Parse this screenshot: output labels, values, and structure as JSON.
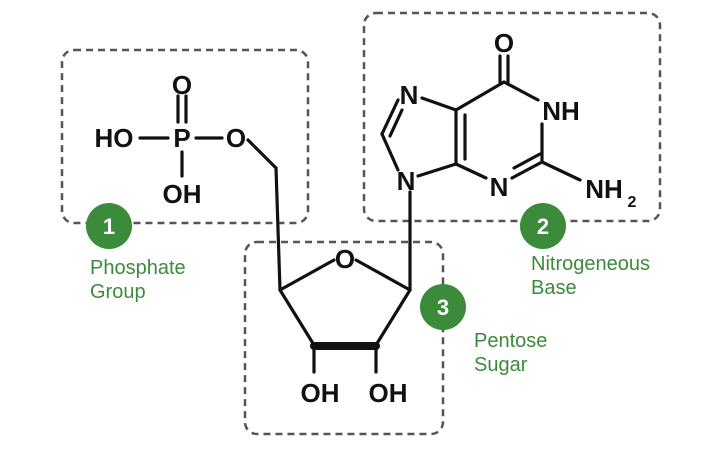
{
  "colors": {
    "badge": "#3b8b3a",
    "caption": "#3b8b3a",
    "bond": "#111111",
    "box_border": "#555555"
  },
  "phosphate": {
    "atoms": {
      "o_top": "O",
      "p": "P",
      "ho": "HO",
      "o_link": "O",
      "oh": "OH"
    },
    "badge": "1",
    "caption_line1": "Phosphate",
    "caption_line2": "Group"
  },
  "base": {
    "atoms": {
      "o": "O",
      "nh": "NH",
      "n_top": "N",
      "n_bottom": "N",
      "n_link": "N",
      "nh2": "NH",
      "nh2_sub": "2"
    },
    "badge": "2",
    "caption_line1": "Nitrogeneous",
    "caption_line2": "Base"
  },
  "sugar": {
    "atoms": {
      "ring_o": "O",
      "oh_left": "OH",
      "oh_right": "OH"
    },
    "badge": "3",
    "caption_line1": "Pentose",
    "caption_line2": "Sugar"
  }
}
